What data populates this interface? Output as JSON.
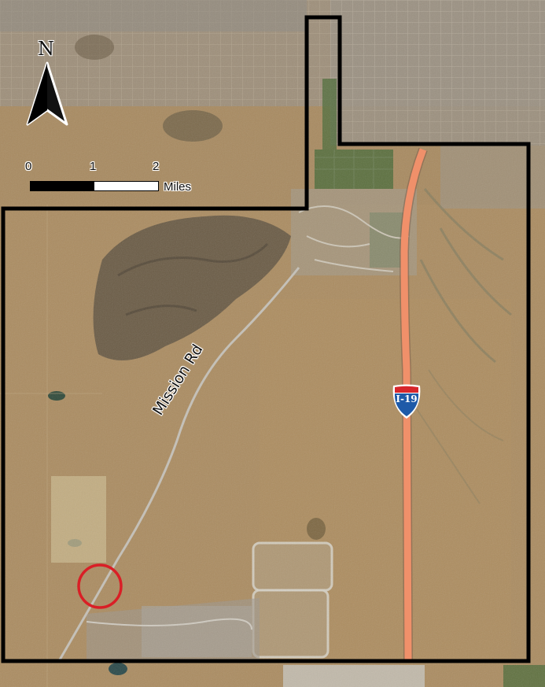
{
  "map": {
    "north_label": "N",
    "scale": {
      "ticks": [
        "0",
        "1",
        "2"
      ],
      "unit": "Miles"
    },
    "road_labels": {
      "mission": "Mission Rd"
    },
    "highway_shield": {
      "text": "I-19",
      "colors": {
        "top": "#d7262b",
        "body": "#1e5aa8",
        "text": "#ffffff"
      }
    },
    "colors": {
      "boundary": "#000000",
      "highway": "#f0906a",
      "marker_circle": "#d91f26",
      "desert": "#a88a60",
      "urban": "#9a9183",
      "mountain": "#5f5442",
      "fields": "#4f6b3a"
    }
  }
}
